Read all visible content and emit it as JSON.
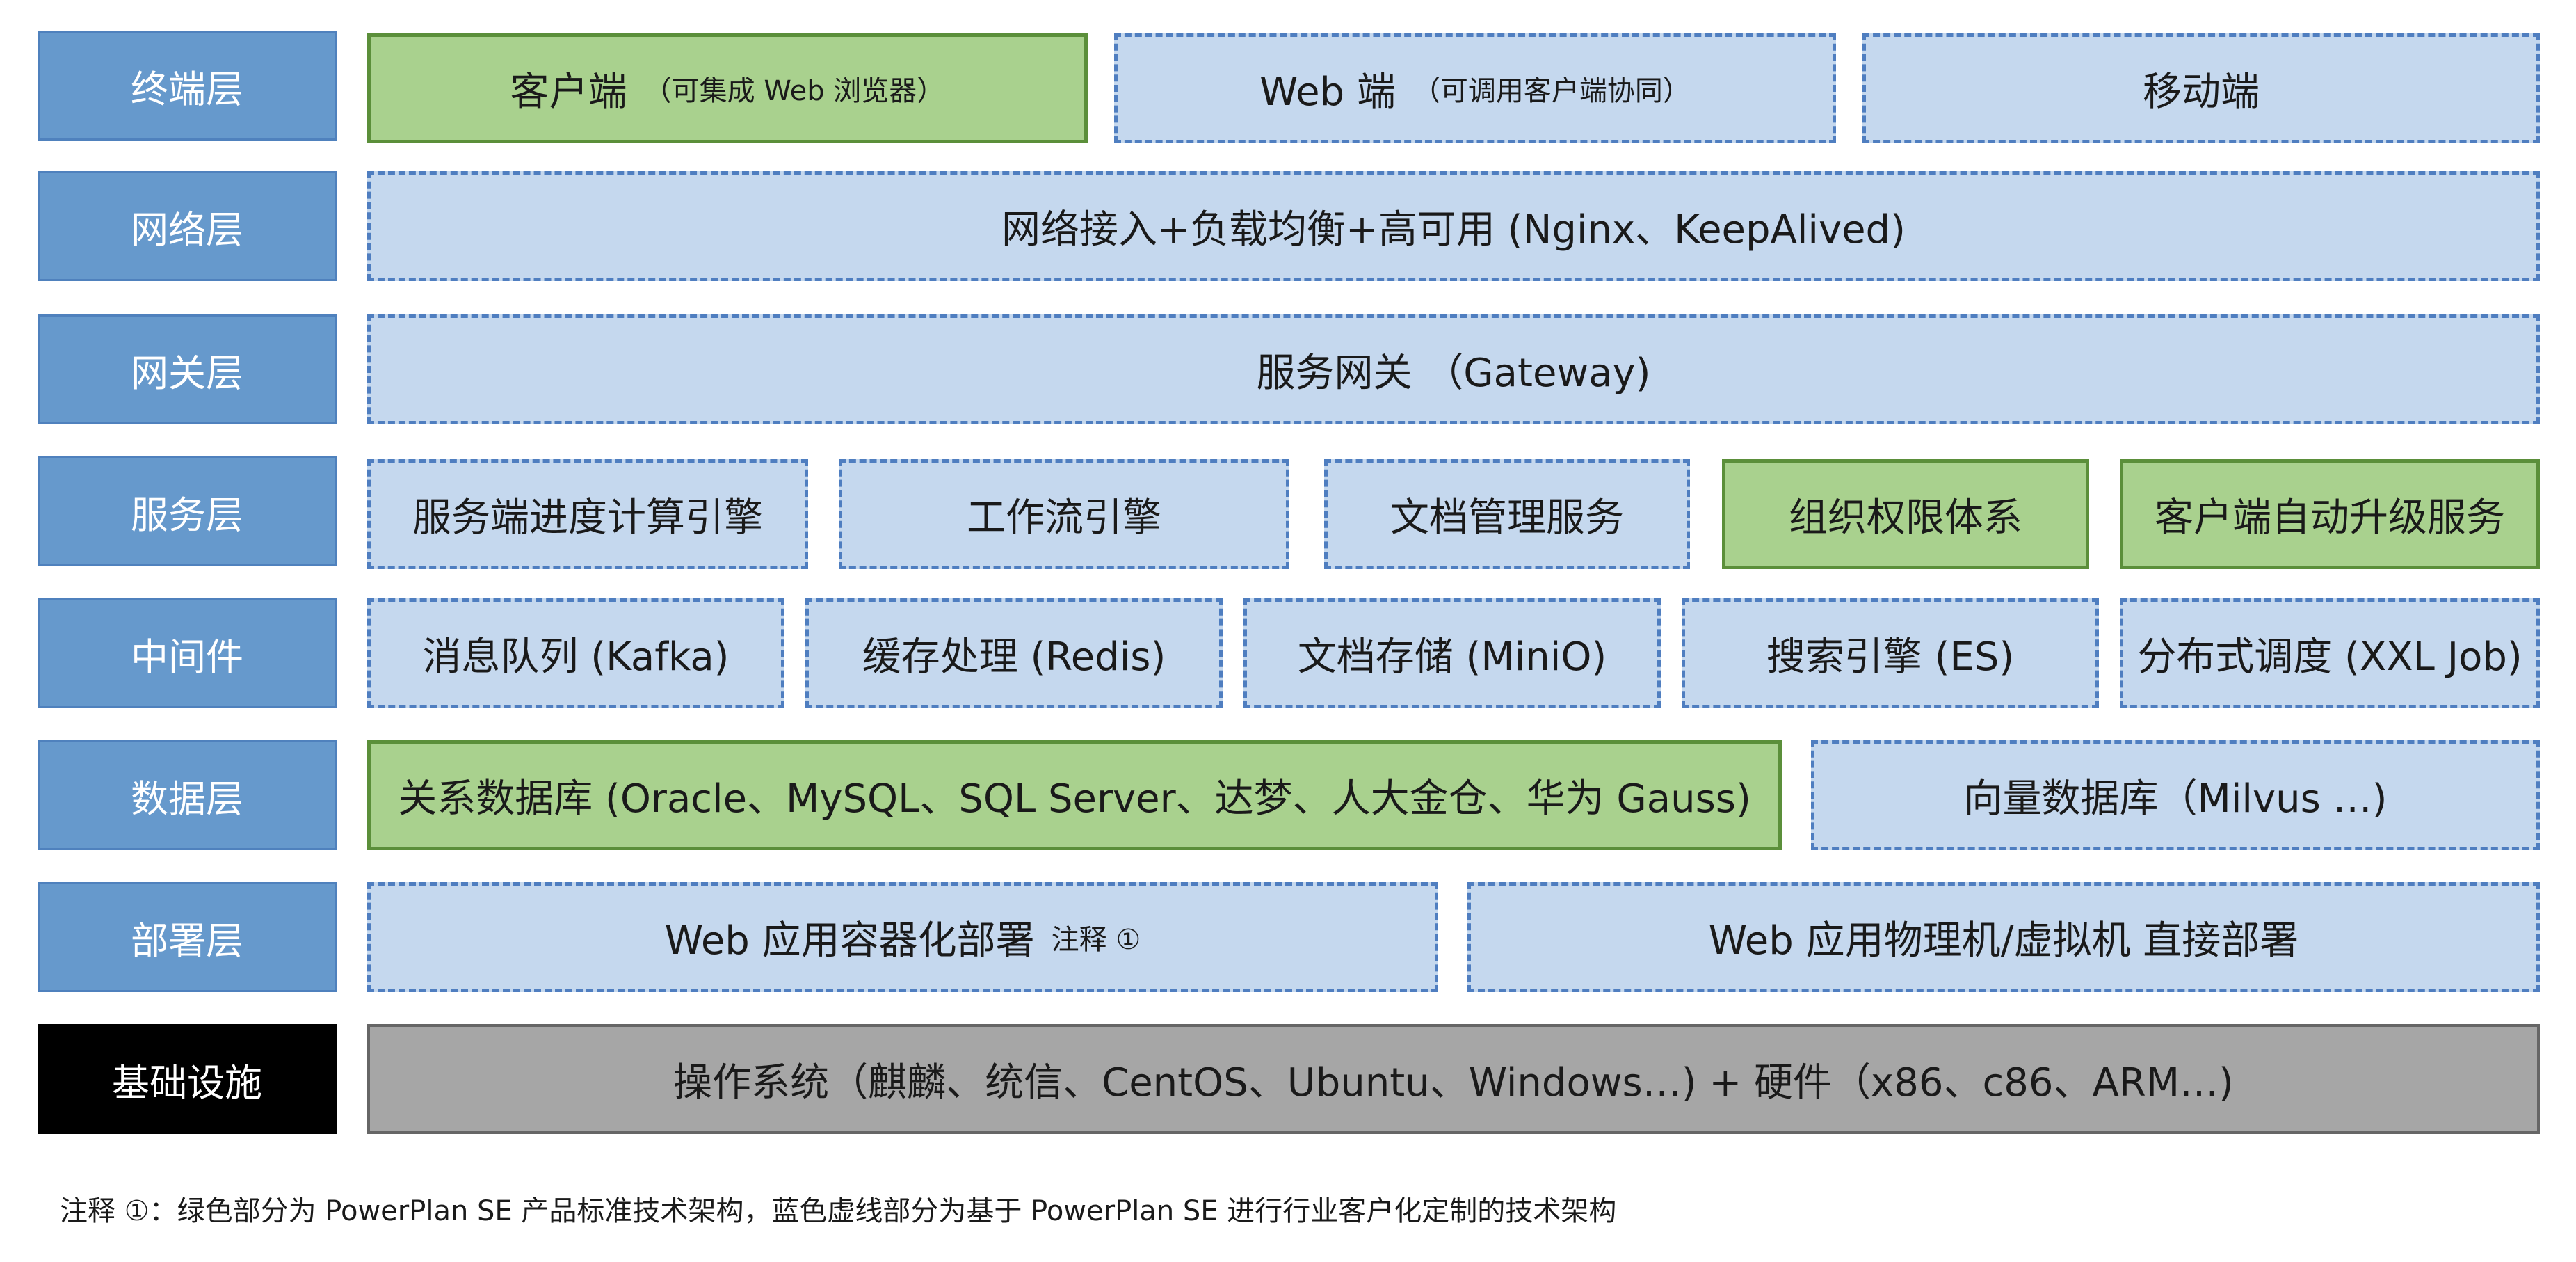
{
  "layers": [
    {
      "label": "终端层"
    },
    {
      "label": "网络层"
    },
    {
      "label": "网关层"
    },
    {
      "label": "服务层"
    },
    {
      "label": "中间件"
    },
    {
      "label": "数据层"
    },
    {
      "label": "部署层"
    },
    {
      "label": "基础设施"
    }
  ],
  "terminal": {
    "client": "客户端",
    "client_note": "（可集成 Web 浏览器）",
    "web": "Web 端",
    "web_note": "（可调用客户端协同）",
    "mobile": "移动端"
  },
  "network": {
    "text": "网络接入+负载均衡+高可用 (Nginx、KeepAlived)"
  },
  "gateway": {
    "text": "服务网关 （Gateway)"
  },
  "service": {
    "progress": "服务端进度计算引擎",
    "workflow": "工作流引擎",
    "docs": "文档管理服务",
    "org": "组织权限体系",
    "upgrade": "客户端自动升级服务"
  },
  "middleware": {
    "mq": "消息队列 (Kafka)",
    "cache": "缓存处理 (Redis)",
    "storage": "文档存储 (MiniO)",
    "search": "搜索引擎 (ES)",
    "sched": "分布式调度 (XXL Job)"
  },
  "data": {
    "relational": "关系数据库 (Oracle、MySQL、SQL Server、达梦、人大金仓、华为 Gauss)",
    "vector": "向量数据库（Milvus …)"
  },
  "deploy": {
    "container": "Web 应用容器化部署",
    "container_note": "注释 ①",
    "physical": "Web 应用物理机/虚拟机 直接部署"
  },
  "infra": {
    "text": "操作系统（麒麟、统信、CentOS、Ubuntu、Windows…) + 硬件（x86、c86、ARM…)"
  },
  "footnote": "注释 ①：绿色部分为 PowerPlan SE 产品标准技术架构，蓝色虚线部分为基于 PowerPlan SE 进行行业客户化定制的技术架构",
  "colors": {
    "layer_label": "#6699cc",
    "standard_green": "#a9d18e",
    "custom_blue": "#c5d8ee",
    "dashed_border": "#4f7ec0",
    "infra_gray": "#a6a6a6",
    "infra_label": "#000000"
  }
}
